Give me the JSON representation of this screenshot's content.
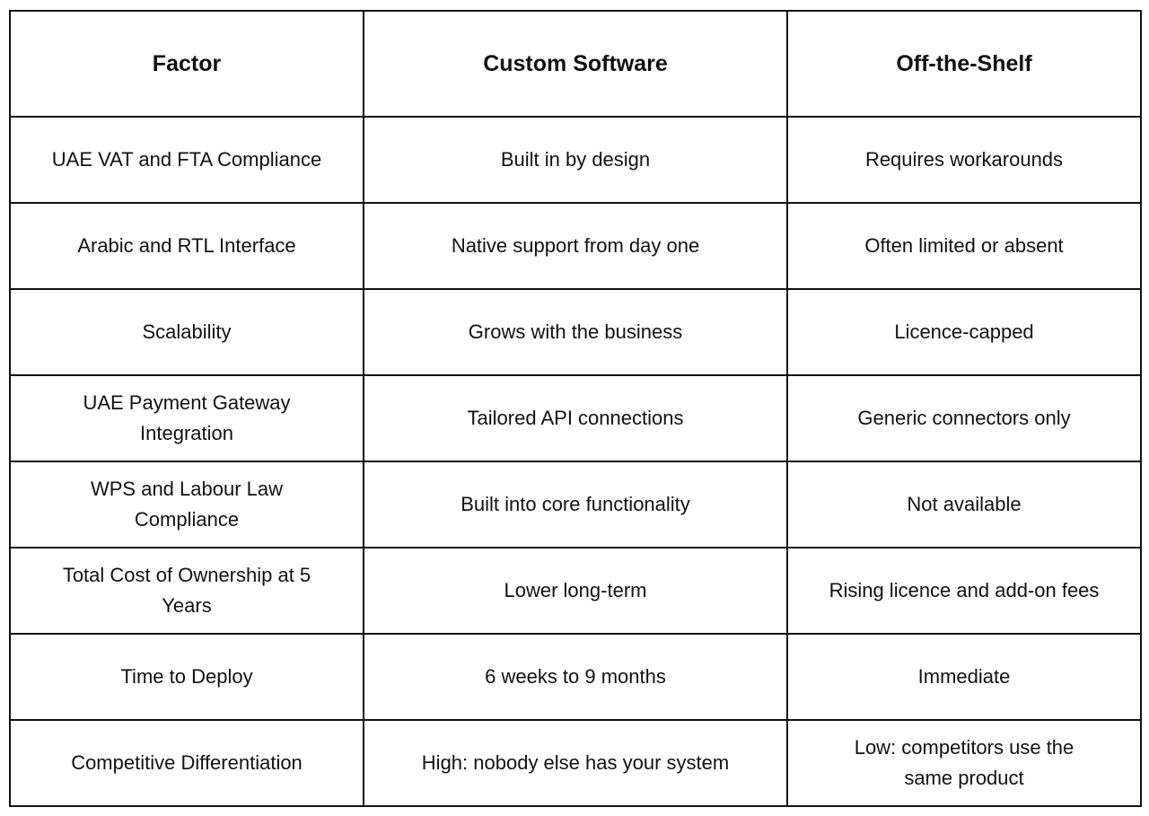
{
  "table": {
    "headers": [
      "Factor",
      "Custom Software",
      "Off-the-Shelf"
    ],
    "rows": [
      {
        "factor": "UAE VAT and FTA Compliance",
        "custom": "Built in by design",
        "shelf": "Requires workarounds"
      },
      {
        "factor": "Arabic and RTL Interface",
        "custom": "Native support from day one",
        "shelf": "Often limited or absent"
      },
      {
        "factor": "Scalability",
        "custom": "Grows with the business",
        "shelf": "Licence-capped"
      },
      {
        "factor": "UAE Payment Gateway Integration",
        "custom": "Tailored API connections",
        "shelf": "Generic connectors only"
      },
      {
        "factor": "WPS and Labour Law Compliance",
        "custom": "Built into core functionality",
        "shelf": "Not available"
      },
      {
        "factor": "Total Cost of Ownership at 5 Years",
        "custom": "Lower long-term",
        "shelf": "Rising licence and add-on fees"
      },
      {
        "factor": "Time to Deploy",
        "custom": "6 weeks to 9 months",
        "shelf": "Immediate"
      },
      {
        "factor": "Competitive Differentiation",
        "custom": "High: nobody else has your system",
        "shelf": "Low: competitors use the same product"
      }
    ]
  }
}
